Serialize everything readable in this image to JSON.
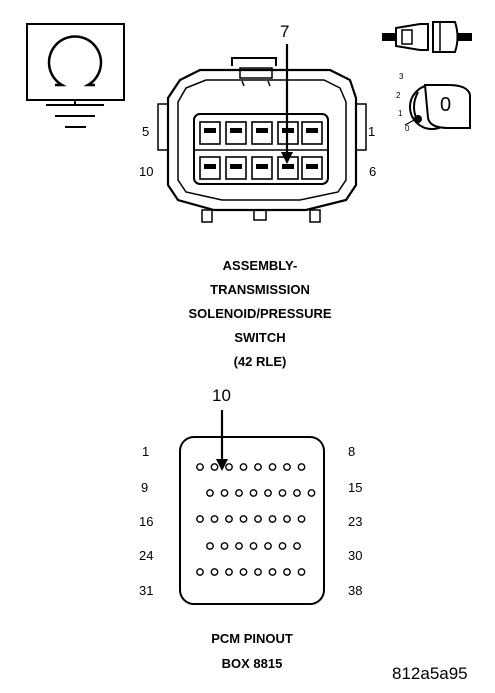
{
  "ohmmeter_symbol": {
    "icon": "ohm-icon"
  },
  "key_switch": {
    "icons": [
      "connector-plug-icon",
      "ignition-key-icon"
    ],
    "positions": [
      "3",
      "2",
      "1",
      "0"
    ],
    "indicator": "0"
  },
  "connector_top": {
    "callout": "7",
    "pin_labels": {
      "top_left": "5",
      "top_right": "1",
      "bottom_left": "10",
      "bottom_right": "6"
    },
    "caption_lines": [
      "ASSEMBLY-",
      "TRANSMISSION",
      "SOLENOID/PRESSURE",
      "SWITCH",
      "(42 RLE)"
    ]
  },
  "connector_bottom": {
    "callout": "10",
    "rows": [
      {
        "left": "1",
        "right": "8"
      },
      {
        "left": "9",
        "right": "15"
      },
      {
        "left": "16",
        "right": "23"
      },
      {
        "left": "24",
        "right": "30"
      },
      {
        "left": "31",
        "right": "38"
      }
    ],
    "caption_lines": [
      "PCM PINOUT",
      "BOX 8815"
    ]
  },
  "figure_id": "812a5a95"
}
